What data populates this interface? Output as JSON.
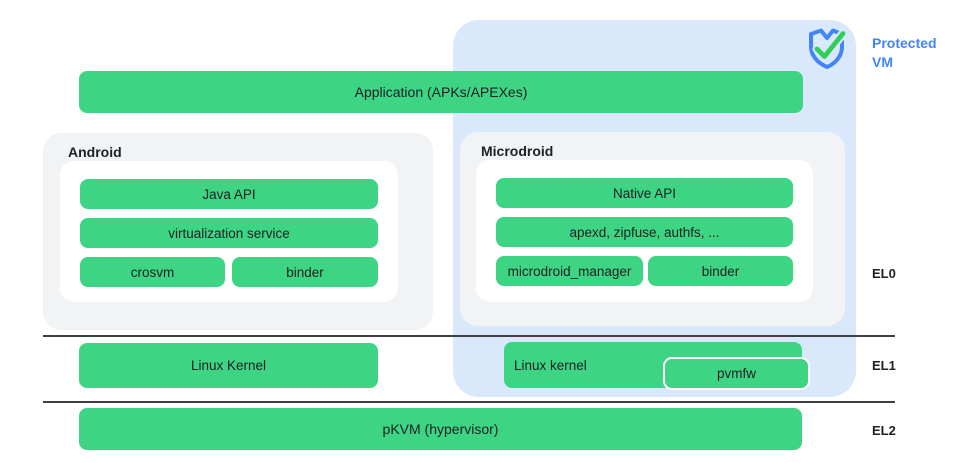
{
  "protected_vm": {
    "label": "Protected VM"
  },
  "application": {
    "label": "Application (APKs/APEXes)"
  },
  "android": {
    "title": "Android",
    "bars": [
      "Java API",
      "virtualization service",
      "crosvm",
      "binder"
    ]
  },
  "microdroid": {
    "title": "Microdroid",
    "bars": [
      "Native API",
      "apexd, zipfuse, authfs, ...",
      "microdroid_manager",
      "binder"
    ]
  },
  "el1": {
    "linux_kernel_host": "Linux Kernel",
    "linux_kernel_guest": "Linux kernel",
    "pvmfw": "pvmfw"
  },
  "el2": {
    "hypervisor": "pKVM (hypervisor)"
  },
  "exception_levels": [
    "EL0",
    "EL1",
    "EL2"
  ],
  "icons": {
    "shield": "shield-check-icon"
  },
  "colors": {
    "bar_green": "#3DD584",
    "protected_vm_bg": "#D9E9FB",
    "accent_blue": "#4285F4",
    "check_green": "#31CE5E",
    "panel_gray": "#F1F3F4",
    "text_dark": "#202124",
    "line": "#3C4043"
  }
}
